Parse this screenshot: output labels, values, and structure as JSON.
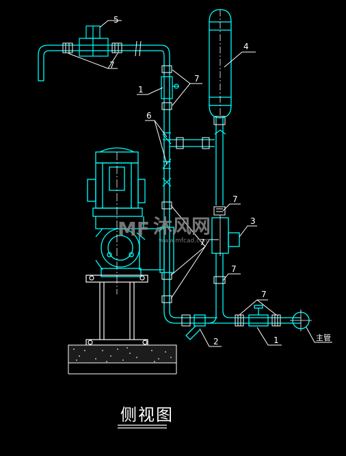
{
  "drawing": {
    "title": "侧视图",
    "labels": {
      "n5": "5",
      "n4": "4",
      "n7_top_left": "7",
      "n7_top_valves": "7",
      "n1_left": "1",
      "n6": "6",
      "n7_right_mid": "7",
      "n3": "3",
      "n7_center": "7",
      "n7_right_low": "7",
      "n7_bottom_right": "7",
      "n2": "2",
      "n1_bottom": "1",
      "main_pipe": "主管"
    },
    "watermark": {
      "logo": "MF",
      "brand": "沐风网",
      "url": "www.mfcad.com"
    }
  },
  "colors": {
    "background": "#000000",
    "pipe": "#00ffff",
    "line": "#ffffff",
    "label": "#ffffff",
    "watermark": "#8a8a8a"
  }
}
